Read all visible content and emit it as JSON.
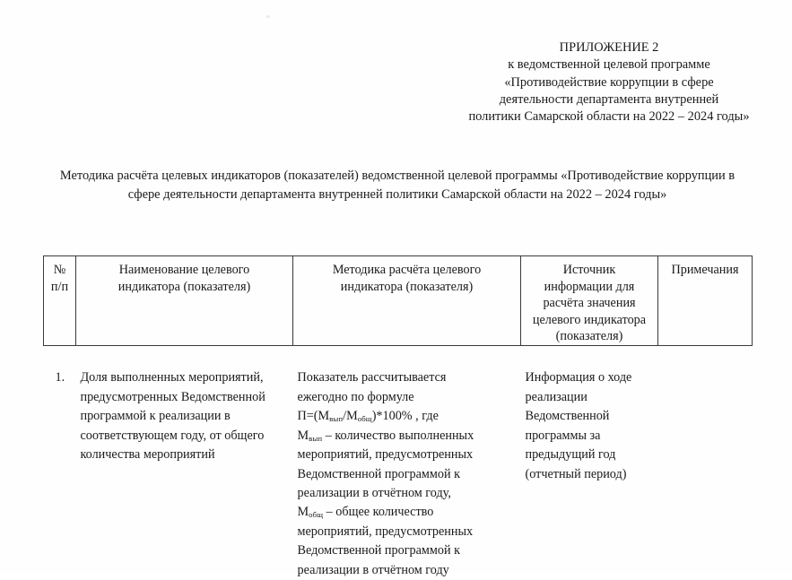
{
  "document": {
    "language": "ru",
    "page_background": "#fefefe",
    "text_color": "#1a1a1a",
    "rule_color": "#3a3a3a"
  },
  "appendix_header": {
    "lines": [
      "ПРИЛОЖЕНИЕ 2",
      "к ведомственной целевой программе",
      "«Противодействие коррупции в сфере",
      "деятельности департамента внутренней",
      "политики Самарской области",
      "на 2022 – 2024 годы»"
    ]
  },
  "doc_title": {
    "lines": [
      "Методика расчёта целевых индикаторов (показателей)",
      "ведомственной целевой программы",
      "«Противодействие коррупции в сфере деятельности департамента внутренней политики Самарской области",
      "на 2022 – 2024 годы»"
    ]
  },
  "table": {
    "headers": {
      "num": [
        "№",
        "п/п"
      ],
      "name": [
        "Наименование целевого",
        "индикатора (показателя)"
      ],
      "method": [
        "Методика расчёта целевого",
        "индикатора (показателя)"
      ],
      "source": [
        "Источник",
        "информации для",
        "расчёта значения",
        "целевого индикатора",
        "(показателя)"
      ],
      "notes": [
        "Примечания"
      ]
    },
    "rows": [
      {
        "num": "1.",
        "name": [
          "Доля выполненных мероприятий,",
          "предусмотренных Ведомственной",
          "программой к реализации в",
          "соответствующем году, от общего",
          "количества мероприятий"
        ],
        "method_intro": [
          "Показатель рассчитывается",
          "ежегодно по формуле"
        ],
        "formula": {
          "prefix": "П=(М",
          "sub1": "вып",
          "mid": "/М",
          "sub2": "общ",
          "suffix": ")*100% , где"
        },
        "def_vyp": {
          "symbol": "М",
          "sub": "вып",
          "text": " – количество выполненных"
        },
        "def_vyp_rest": [
          "мероприятий, предусмотренных",
          "Ведомственной программой к",
          "реализации в отчётном году,"
        ],
        "def_obsh": {
          "symbol": "М",
          "sub": "общ",
          "text": " – общее количество"
        },
        "def_obsh_rest": [
          "мероприятий, предусмотренных",
          "Ведомственной программой к",
          "реализации в отчётном году"
        ],
        "source": [
          "Информация о ходе",
          "реализации",
          "Ведомственной",
          "программы за",
          "предыдущий год",
          "(отчетный период)"
        ],
        "notes": ""
      }
    ]
  }
}
